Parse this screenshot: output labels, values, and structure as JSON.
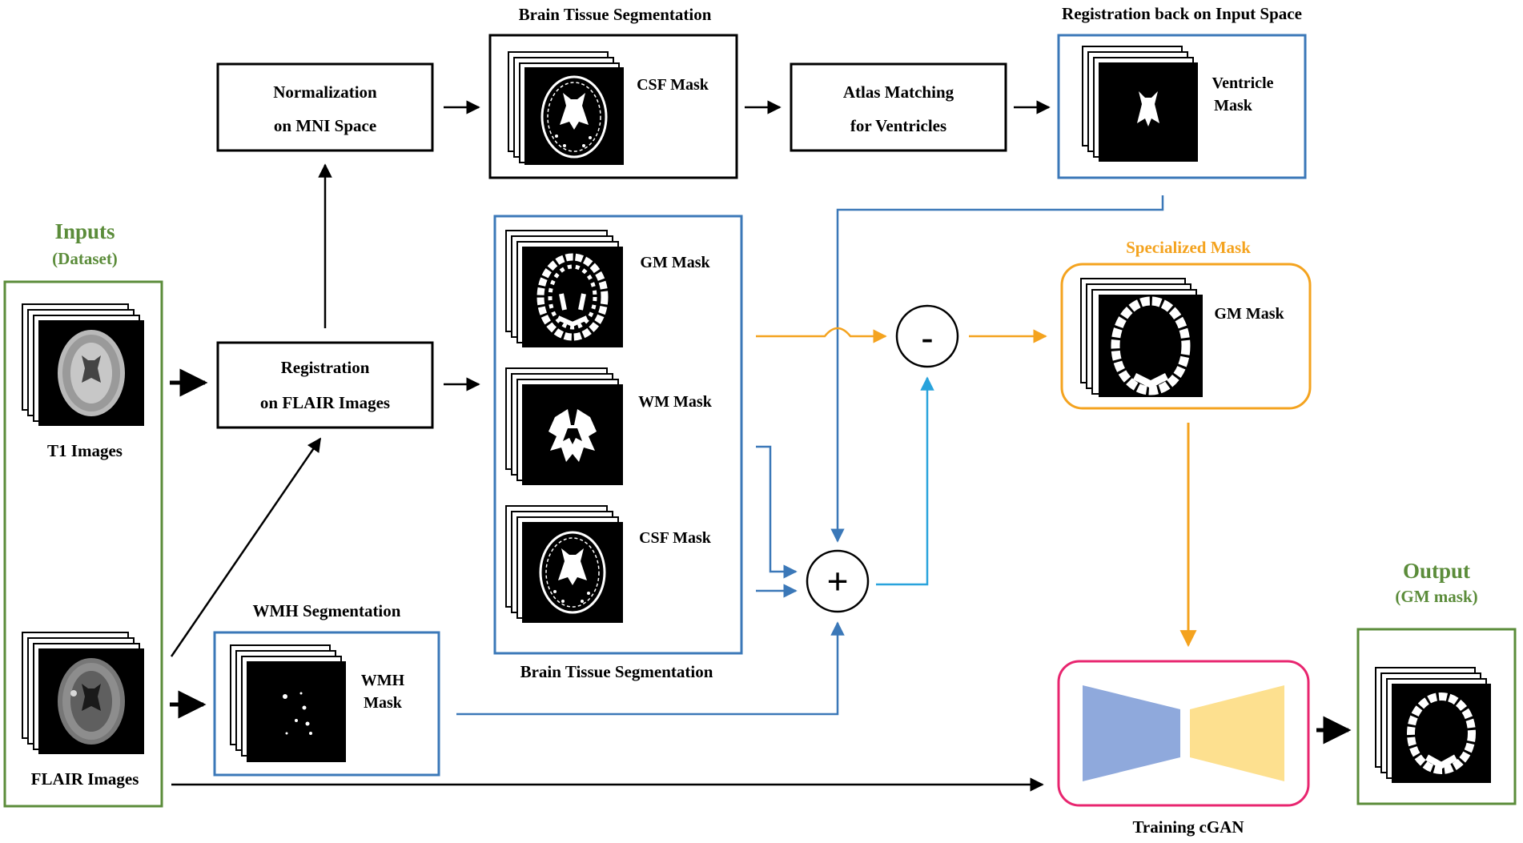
{
  "inputs": {
    "title": "Inputs",
    "subtitle": "(Dataset)",
    "t1_label": "T1 Images",
    "flair_label": "FLAIR Images"
  },
  "normalization": {
    "line1": "Normalization",
    "line2": "on MNI Space"
  },
  "registration": {
    "line1": "Registration",
    "line2": "on FLAIR Images"
  },
  "top_segmentation": {
    "title": "Brain Tissue Segmentation",
    "mask_label": "CSF Mask"
  },
  "atlas": {
    "line1": "Atlas Matching",
    "line2": "for Ventricles"
  },
  "registration_back": {
    "title": "Registration back on Input Space",
    "mask_line1": "Ventricle",
    "mask_line2": "Mask"
  },
  "segmentation": {
    "title": "Brain Tissue Segmentation",
    "gm_label": "GM Mask",
    "wm_label": "WM Mask",
    "csf_label": "CSF Mask"
  },
  "wmh": {
    "title": "WMH Segmentation",
    "mask_line1": "WMH",
    "mask_line2": "Mask"
  },
  "operators": {
    "minus": "-",
    "plus": "+"
  },
  "specialized": {
    "title": "Specialized Mask",
    "mask_label": "GM Mask"
  },
  "training": {
    "title": "Training cGAN"
  },
  "output": {
    "title": "Output",
    "subtitle": "(GM mask)"
  },
  "colors": {
    "green": "#5b8c3a",
    "blue": "#3b78b8",
    "light_blue": "#29a3dc",
    "orange": "#f4a31f",
    "pink": "#e8256f",
    "encoder": "#8fa9dc",
    "decoder": "#fde08f"
  }
}
